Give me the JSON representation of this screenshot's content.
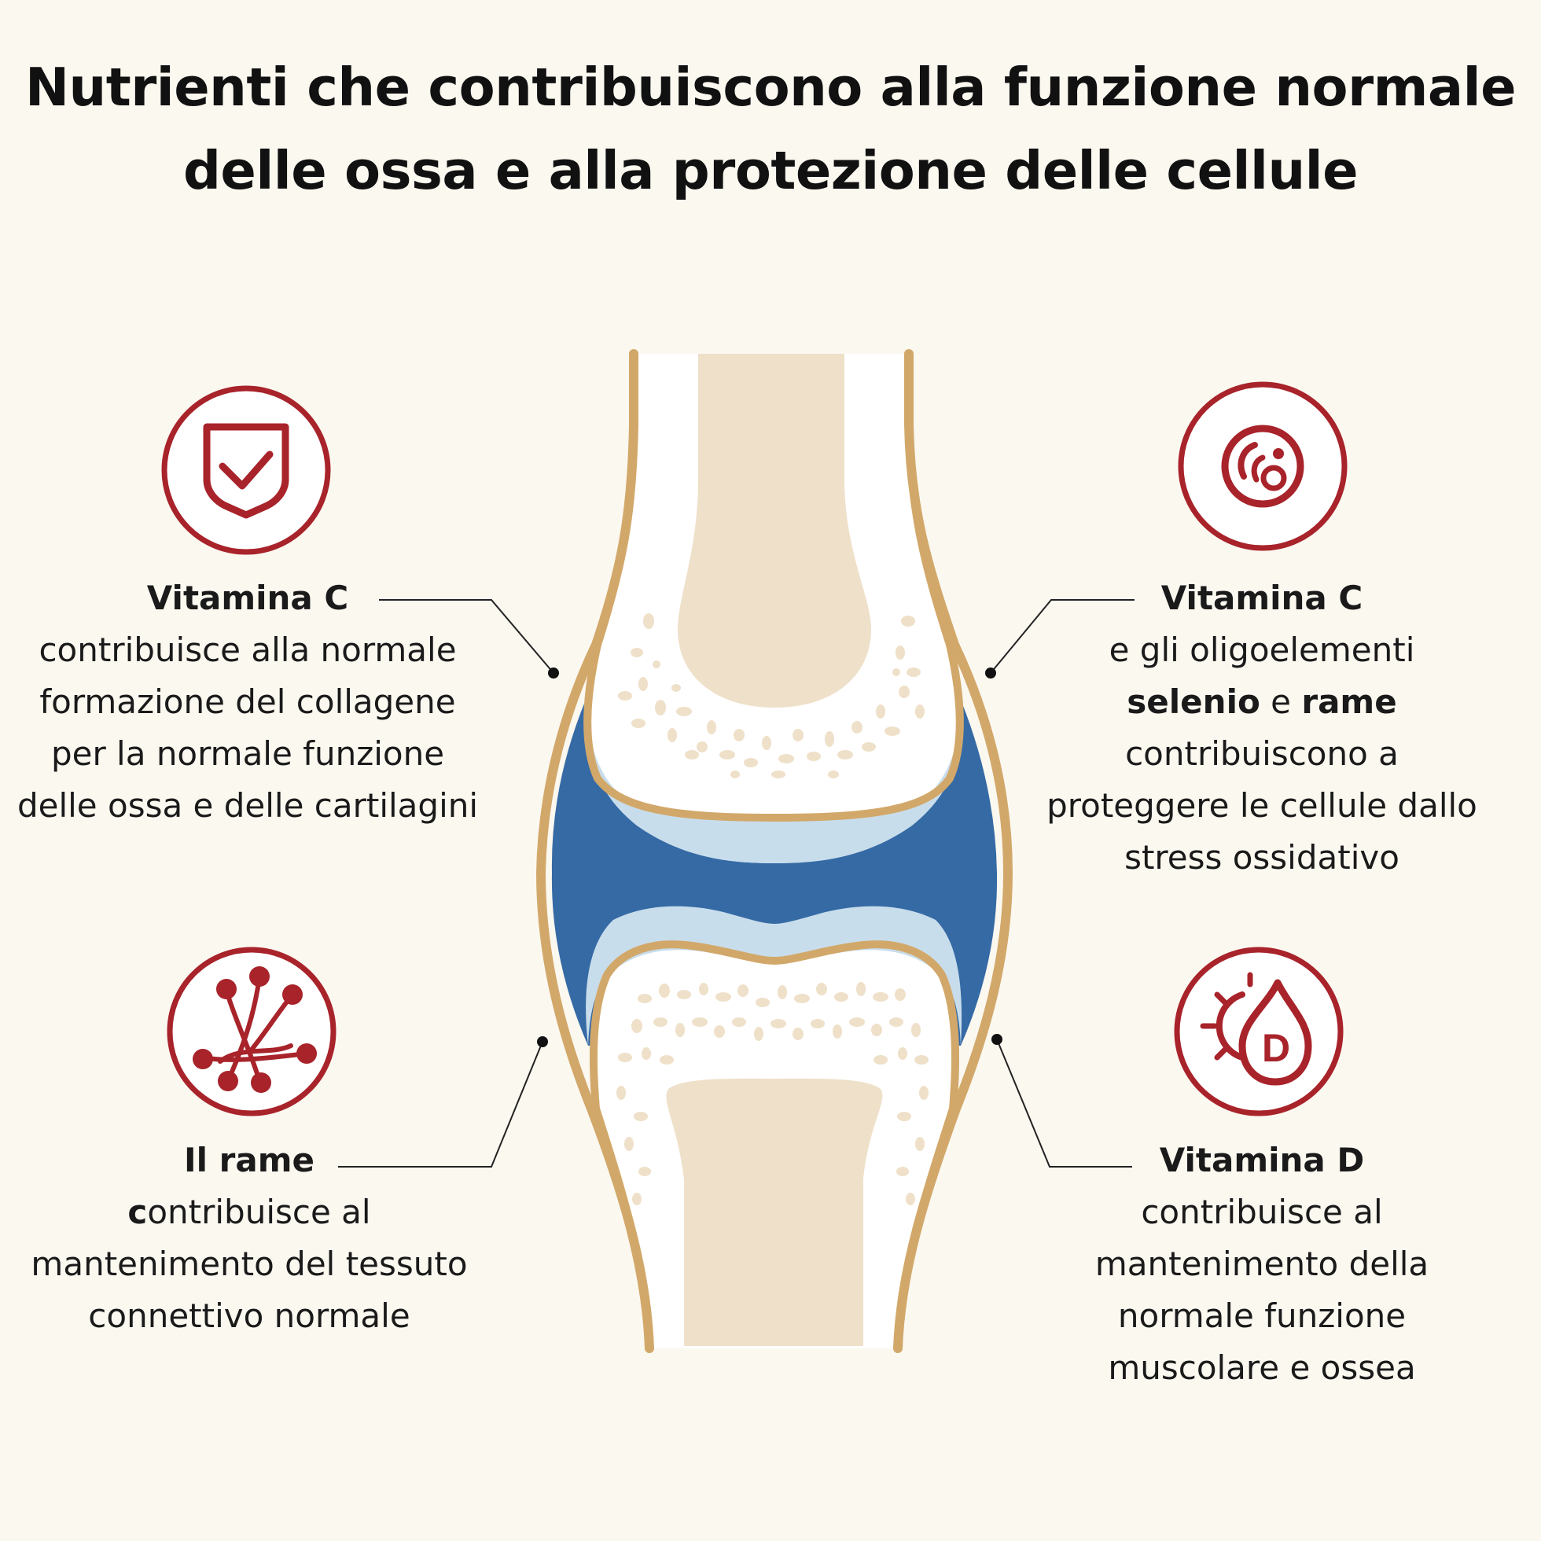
{
  "title": {
    "line1": "Nutrienti che contribuiscono alla funzione normale",
    "line2": "delle ossa e alla protezione delle cellule"
  },
  "colors": {
    "background": "#fbf8f0",
    "icon_red": "#a8232a",
    "bone_outline": "#d2a86a",
    "bone_marrow": "#efe0c9",
    "cartilage": "#c8ddeb",
    "synovial_fluid": "#356aa5"
  },
  "callouts": {
    "top_left": {
      "icon": "shield-check-icon",
      "heading": "Vitamina C",
      "lines": [
        "contribuisce alla normale",
        "formazione del collagene",
        "per la normale funzione",
        "delle ossa e delle cartilagini"
      ]
    },
    "top_right": {
      "icon": "cell-protection-icon",
      "heading": "Vitamina C",
      "line1": "e gli oligoelementi",
      "line2_bold_a": "selenio",
      "line2_mid": " e ",
      "line2_bold_b": "rame",
      "lines": [
        "contribuiscono a",
        "proteggere le cellule dallo",
        "stress ossidativo"
      ]
    },
    "bottom_left": {
      "icon": "connective-tissue-icon",
      "heading": "Il rame",
      "line1_bold": "c",
      "line1_rest": "ontribuisce al",
      "lines": [
        "mantenimento del tessuto",
        "connettivo normale"
      ]
    },
    "bottom_right": {
      "icon": "sun-vitamin-d-drop-icon",
      "heading": "Vitamina D",
      "icon_letter": "D",
      "lines": [
        "contribuisce al",
        "mantenimento della",
        "normale funzione",
        "muscolare e ossea"
      ]
    }
  }
}
